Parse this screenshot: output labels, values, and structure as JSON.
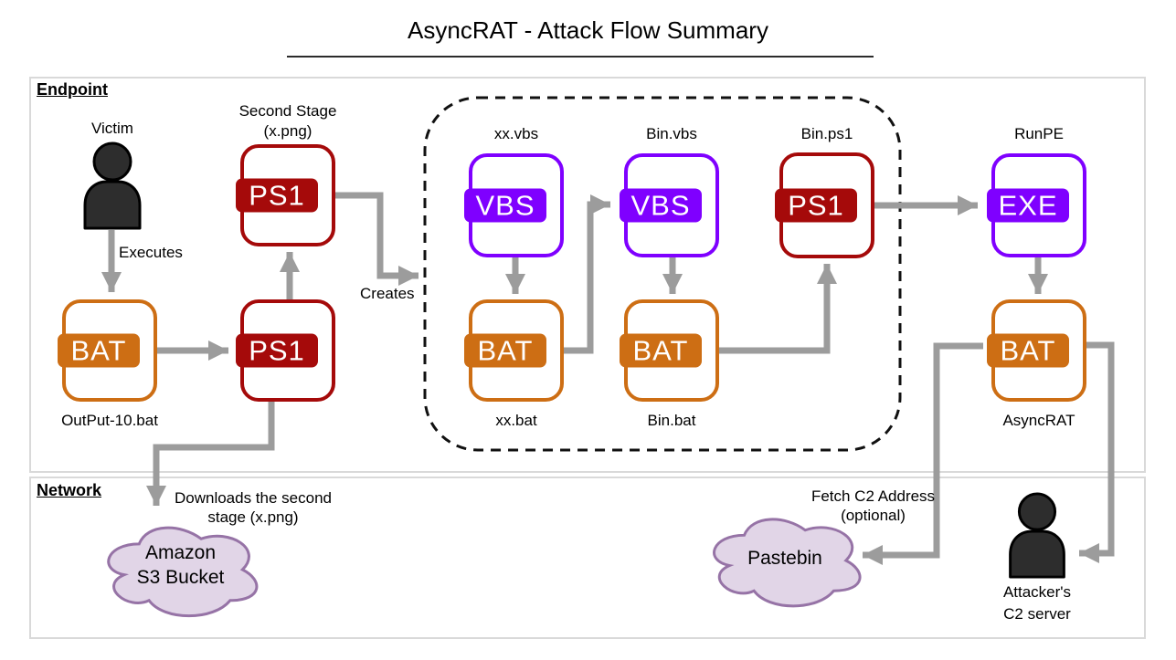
{
  "title": "AsyncRAT - Attack Flow Summary",
  "colors": {
    "bat": "#cd6e14",
    "ps1": "#a50a0a",
    "vbs": "#7f00ff",
    "arrow": "#9c9c9c",
    "cloud_fill": "#e1d5e7",
    "cloud_stroke": "#9673a6",
    "person": "#2d2d2d",
    "section_border": "#d9d9d9"
  },
  "sections": {
    "endpoint": {
      "label": "Endpoint"
    },
    "network": {
      "label": "Network"
    }
  },
  "actors": {
    "victim": {
      "label": "Victim"
    },
    "attacker": {
      "line1": "Attacker's",
      "line2": "C2 server"
    }
  },
  "nodes": {
    "output_bat": {
      "badge": "BAT",
      "caption": "OutPut-10.bat"
    },
    "first_ps1": {
      "badge": "PS1"
    },
    "second_stage_ps1": {
      "badge": "PS1",
      "label_line1": "Second Stage",
      "label_line2": "(x.png)"
    },
    "xx_vbs": {
      "badge": "VBS",
      "label": "xx.vbs"
    },
    "xx_bat": {
      "badge": "BAT",
      "caption": "xx.bat"
    },
    "bin_vbs": {
      "badge": "VBS",
      "label": "Bin.vbs"
    },
    "bin_bat": {
      "badge": "BAT",
      "caption": "Bin.bat"
    },
    "bin_ps1": {
      "badge": "PS1",
      "label": "Bin.ps1"
    },
    "runpe_exe": {
      "badge": "EXE",
      "label": "RunPE"
    },
    "asyncrat_bat": {
      "badge": "BAT",
      "caption": "AsyncRAT"
    }
  },
  "clouds": {
    "s3": {
      "line1": "Amazon",
      "line2": "S3 Bucket"
    },
    "pastebin": {
      "label": "Pastebin"
    }
  },
  "edge_labels": {
    "executes": "Executes",
    "creates": "Creates",
    "downloads": {
      "line1": "Downloads the second",
      "line2": "stage (x.png)"
    },
    "fetch": {
      "line1": "Fetch C2 Address",
      "line2": "(optional)"
    }
  }
}
